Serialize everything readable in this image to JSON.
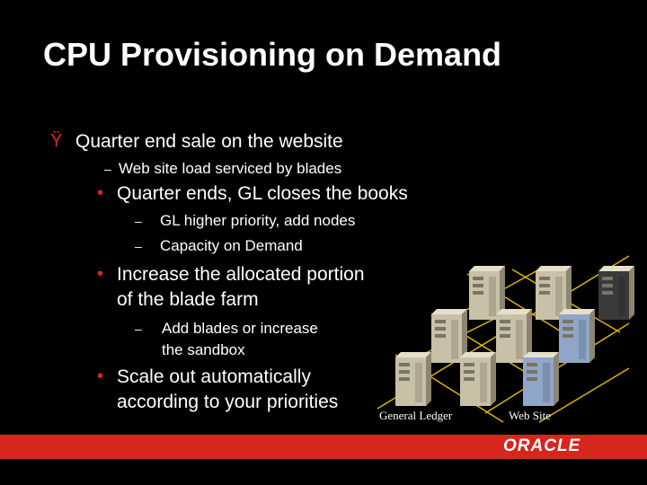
{
  "slide": {
    "title": "CPU Provisioning on Demand",
    "items": [
      {
        "level": 1,
        "marker": "Ÿ",
        "text": "Quarter end sale on the website"
      },
      {
        "level": 2,
        "marker": "–",
        "text": "Web site load serviced by blades"
      },
      {
        "level": 1,
        "marker": "•",
        "text": "Quarter ends, GL closes the books"
      },
      {
        "level": 2,
        "marker": "–",
        "text": "GL higher priority, add nodes"
      },
      {
        "level": 2,
        "marker": "–",
        "text": "Capacity on Demand"
      },
      {
        "level": 1,
        "marker": "•",
        "line1": "Increase the allocated portion",
        "line2": "of the blade farm"
      },
      {
        "level": 2,
        "marker": "–",
        "line1": "Add blades or increase",
        "line2": "the sandbox"
      },
      {
        "level": 1,
        "marker": "•",
        "line1": "Scale out automatically",
        "line2": "according to your priorities"
      }
    ],
    "captions": {
      "gl": "General Ledger",
      "web": "Web Site"
    },
    "logo": "ORACLE",
    "colors": {
      "background": "#000000",
      "accent": "#d7261e",
      "grid": "#e0b400",
      "server_beige": "#c9c0a8",
      "server_blue": "#8fa6c8",
      "server_dark": "#3a3a3a"
    }
  }
}
